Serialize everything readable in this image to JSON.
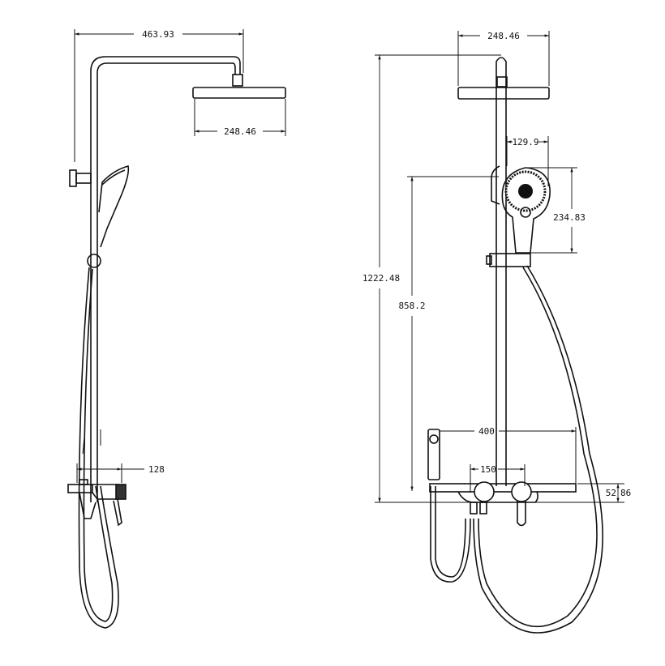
{
  "drawing": {
    "side_view": {
      "overall_width": "463.93",
      "head_width": "248.46",
      "mixer_depth": "128"
    },
    "front_view": {
      "head_width": "248.46",
      "total_height": "1222.48",
      "holder_height": "858.2",
      "hand_shower_width": "129.9",
      "hand_shower_height": "234.83",
      "shelf_width": "400",
      "valve_spacing": "150",
      "shelf_thickness": "52",
      "mixer_height": "86"
    }
  }
}
